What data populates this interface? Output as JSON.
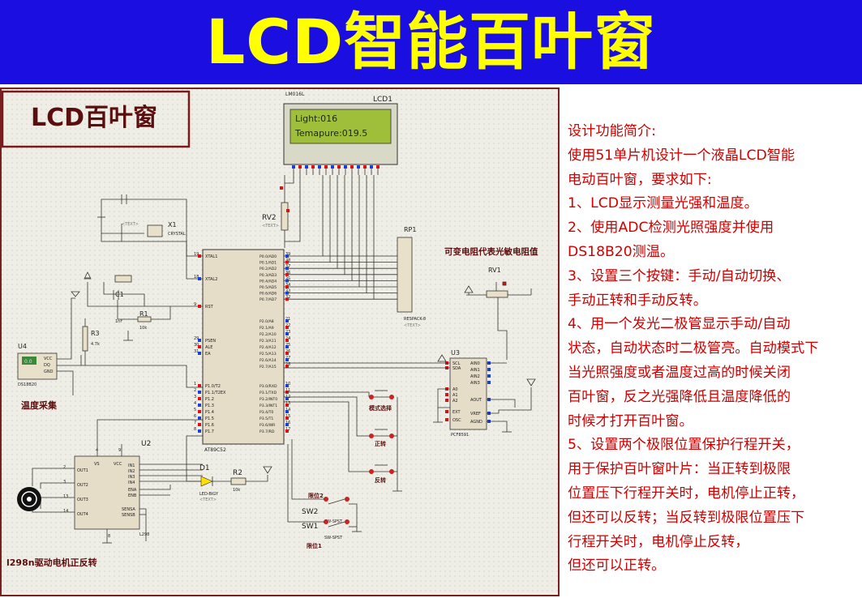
{
  "banner": {
    "title": "LCD智能百叶窗",
    "bg": "#1a0fe0",
    "fg": "#ffff00"
  },
  "schematic": {
    "title_box": "LCD百叶窗",
    "lcd": {
      "part": "LM016L",
      "ref": "LCD1",
      "line1": "Light:016",
      "line2": "Temapure:019.5"
    },
    "rv2": "RV2",
    "rp1": {
      "ref": "RP1",
      "part": "RESPACK-8"
    },
    "variable_resistor_note": "可变电阻代表光敏电阻值",
    "rv1": "RV1",
    "x1": {
      "ref": "X1",
      "part": "CRYSTAL"
    },
    "c1": {
      "ref": "C1",
      "value": "1nF"
    },
    "r1": {
      "ref": "R1",
      "value": "10k"
    },
    "r3": {
      "ref": "R3",
      "value": "4.7k"
    },
    "u4": {
      "ref": "U4",
      "part": "DS18B20",
      "pins": [
        "VCC",
        "DQ",
        "GND"
      ],
      "reading": "0.0"
    },
    "temp_label": "温度采集",
    "mcu": {
      "part": "AT89C52",
      "left_pins": [
        "XTAL1",
        "XTAL2",
        "RST",
        "PSEN",
        "ALE",
        "EA",
        "P1.0/T2",
        "P1.1/T2EX",
        "P1.2",
        "P1.3",
        "P1.4",
        "P1.5",
        "P1.6",
        "P1.7"
      ],
      "left_nums": [
        "19",
        "18",
        "9",
        "29",
        "30",
        "31",
        "1",
        "2",
        "3",
        "4",
        "5",
        "6",
        "7",
        "8"
      ],
      "right_pins": [
        "P0.0/AD0",
        "P0.1/AD1",
        "P0.2/AD2",
        "P0.3/AD3",
        "P0.4/AD4",
        "P0.5/AD5",
        "P0.6/AD6",
        "P0.7/AD7",
        "P2.0/A8",
        "P2.1/A9",
        "P2.2/A10",
        "P2.3/A11",
        "P2.4/A12",
        "P2.5/A13",
        "P2.6/A14",
        "P2.7/A15",
        "P3.0/RXD",
        "P3.1/TXD",
        "P3.2/INT0",
        "P3.3/INT1",
        "P3.4/T0",
        "P3.5/T1",
        "P3.6/WR",
        "P3.7/RD"
      ],
      "right_nums": [
        "39",
        "38",
        "37",
        "36",
        "35",
        "34",
        "33",
        "32",
        "21",
        "22",
        "23",
        "24",
        "25",
        "26",
        "27",
        "28",
        "10",
        "11",
        "12",
        "13",
        "14",
        "15",
        "16",
        "17"
      ]
    },
    "u3": {
      "ref": "U3",
      "part": "PCF8591",
      "left_pins": [
        "SCL",
        "SDA",
        "A0",
        "A1",
        "A2",
        "EXT",
        "OSC"
      ],
      "right_pins": [
        "AIN0",
        "AIN1",
        "AIN2",
        "AIN3",
        "AOUT",
        "VREF",
        "AGND"
      ]
    },
    "buttons": [
      "模式选择",
      "正转",
      "反转"
    ],
    "u2": {
      "ref": "U2",
      "part": "L298",
      "left_pins": [
        "OUT1",
        "OUT2",
        "OUT3",
        "OUT4"
      ],
      "top_pins": [
        "VS",
        "VCC"
      ],
      "right_pins": [
        "IN1",
        "IN2",
        "IN3",
        "IN4",
        "ENA",
        "ENB",
        "SENSA",
        "SENSB"
      ],
      "nums": [
        "2",
        "3",
        "13",
        "14",
        "4",
        "9",
        "8"
      ]
    },
    "d1": {
      "ref": "D1",
      "part": "LED-BIGY"
    },
    "r2": {
      "ref": "R2",
      "value": "10k"
    },
    "sw2": {
      "ref": "SW2",
      "part": "SW-SPST",
      "label": "限位2"
    },
    "sw1": {
      "ref": "SW1",
      "part": "SW-SPST",
      "label": "限位1"
    },
    "motor_label": "l298n驱动电机正反转",
    "text_tag": "<TEXT>"
  },
  "description": [
    "设计功能简介:",
    "使用51单片机设计一个液晶LCD智能",
    "电动百叶窗，要求如下:",
    "1、LCD显示测量光强和温度。",
    "2、使用ADC检测光照强度并使用",
    "DS18B20测温。",
    "3、设置三个按键：手动/自动切换、",
    "手动正转和手动反转。",
    "4、用一个发光二极管显示手动/自动",
    "状态，自动状态时二极管亮。自动模式下",
    "当光照强度或者温度过高的时候关闭",
    "百叶窗，反之光强降低且温度降低的",
    "时候才打开百叶窗。",
    "5、设置两个极限位置保护行程开关，",
    "用于保护百叶窗叶片：当正转到极限",
    "位置压下行程开关时，电机停止正转，",
    "但还可以反转；当反转到极限位置压下",
    "行程开关时，电机停止反转，",
    "但还可以正转。"
  ]
}
